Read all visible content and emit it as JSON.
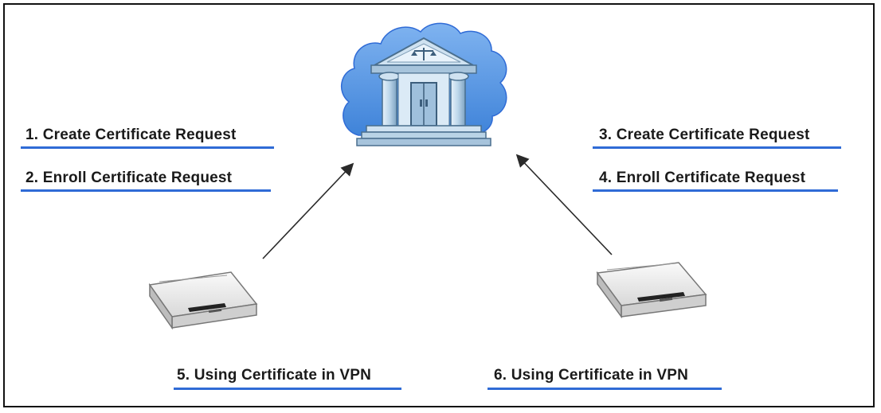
{
  "steps": {
    "create_left": "1. Create Certificate Request",
    "enroll_left": "2. Enroll Certificate Request",
    "create_right": "3. Create Certificate Request",
    "enroll_right": "4. Enroll Certificate Request",
    "vpn_left": "5. Using Certificate in VPN",
    "vpn_right": "6. Using Certificate in VPN"
  },
  "colors": {
    "underline": "#2f6bd6",
    "cloud": "#5b9be6",
    "building": "#b9d3e6",
    "arrow": "#2a2a2a"
  },
  "icons": {
    "ca": "certificate-authority-building-icon",
    "left_device": "vpn-router-icon",
    "right_device": "vpn-router-icon"
  }
}
